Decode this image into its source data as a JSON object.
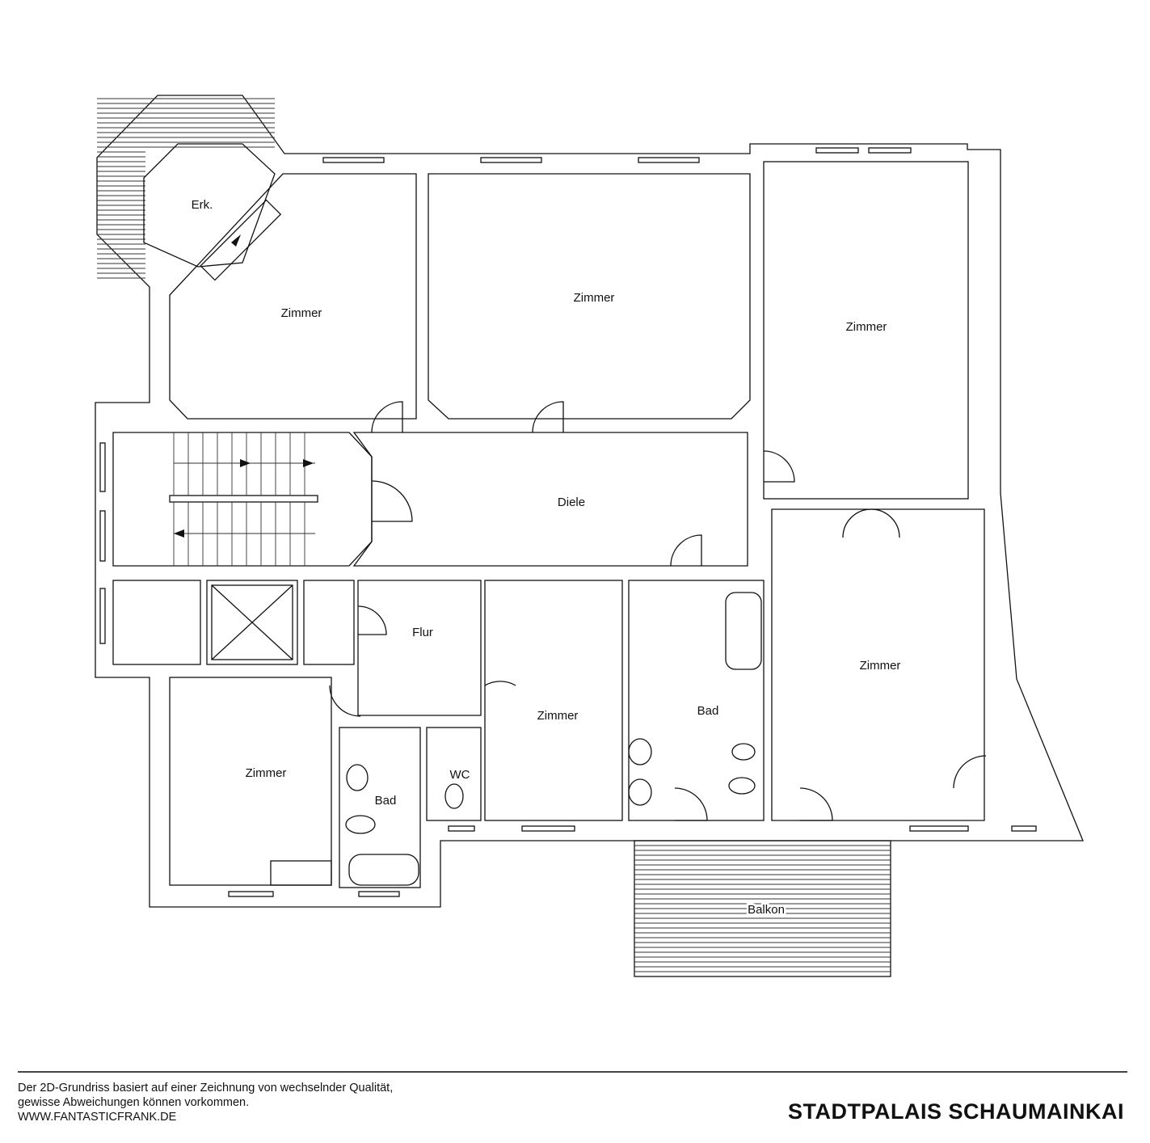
{
  "plan": {
    "rooms": {
      "erker": "Erk.",
      "zimmer_top_left": "Zimmer",
      "zimmer_top_mid": "Zimmer",
      "zimmer_top_right": "Zimmer",
      "diele": "Diele",
      "flur": "Flur",
      "zimmer_bottom_left": "Zimmer",
      "bad_small": "Bad",
      "wc": "WC",
      "zimmer_mid": "Zimmer",
      "bad_large": "Bad",
      "zimmer_right": "Zimmer",
      "balkon": "Balkon"
    }
  },
  "footer": {
    "disclaimer_line1": "Der 2D-Grundriss basiert auf einer Zeichnung von wechselnder Qualität,",
    "disclaimer_line2": "gewisse Abweichungen können vorkommen.",
    "website": "WWW.FANTASTICFRANK.DE",
    "title": "STADTPALAIS SCHAUMAINKAI"
  }
}
